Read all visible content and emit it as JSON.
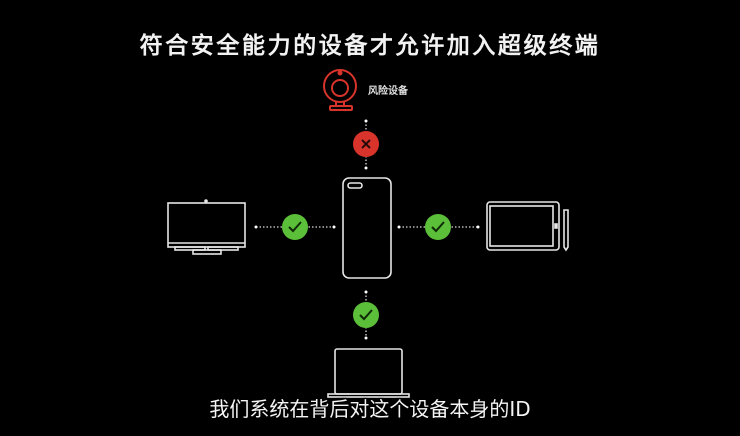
{
  "slide": {
    "title": "符合安全能力的设备才允许加入超级终端",
    "risk_device_label": "风险设备",
    "subtitle": "我们系统在背后对这个设备本身的ID"
  },
  "colors": {
    "background": "#000000",
    "risk": "#d9342b",
    "ok": "#5bbf3a",
    "outline": "#e6e6e6"
  },
  "icons": {
    "risk_device": "webcam-icon",
    "blocked": "x-circle-icon",
    "allowed": "check-circle-icon",
    "center_device": "phone-icon",
    "left_device": "tv-icon",
    "right_device": "tablet-icon",
    "bottom_device": "laptop-icon"
  }
}
